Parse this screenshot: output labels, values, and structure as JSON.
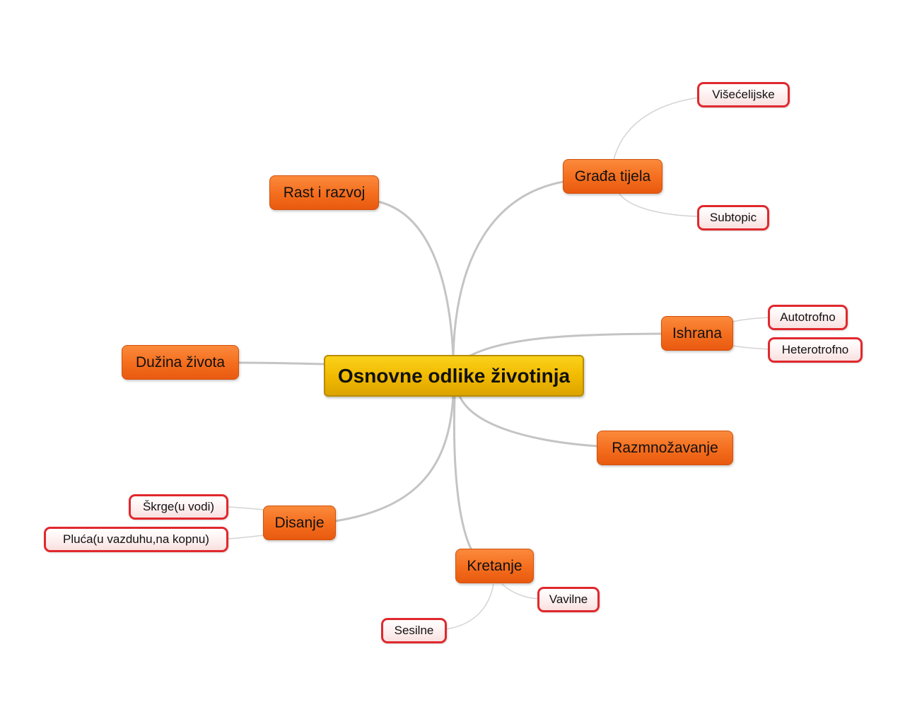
{
  "central": {
    "label": "Osnovne odlike životinja"
  },
  "topics": {
    "rast": {
      "label": "Rast i razvoj"
    },
    "gradja": {
      "label": "Građa tijela"
    },
    "ishrana": {
      "label": "Ishrana"
    },
    "duzina": {
      "label": "Dužina života"
    },
    "razmnozavanje": {
      "label": "Razmnožavanje"
    },
    "disanje": {
      "label": "Disanje"
    },
    "kretanje": {
      "label": "Kretanje"
    }
  },
  "subtopics": {
    "visecelijske": {
      "label": "Višećelijske"
    },
    "subtopic": {
      "label": "Subtopic"
    },
    "autotrofno": {
      "label": "Autotrofno"
    },
    "heterotrofno": {
      "label": "Heterotrofno"
    },
    "skrge": {
      "label": "Škrge(u vodi)"
    },
    "pluca": {
      "label": "Pluća(u vazduhu,na kopnu)"
    },
    "vavilne": {
      "label": "Vavilne"
    },
    "sesilne": {
      "label": "Sesilne"
    }
  },
  "colors": {
    "central_fill": "#f0b800",
    "topic_fill": "#f46d1d",
    "subtopic_border": "#e0282d",
    "main_link": "#c4c4c4",
    "sub_link": "#d4d4d4"
  }
}
